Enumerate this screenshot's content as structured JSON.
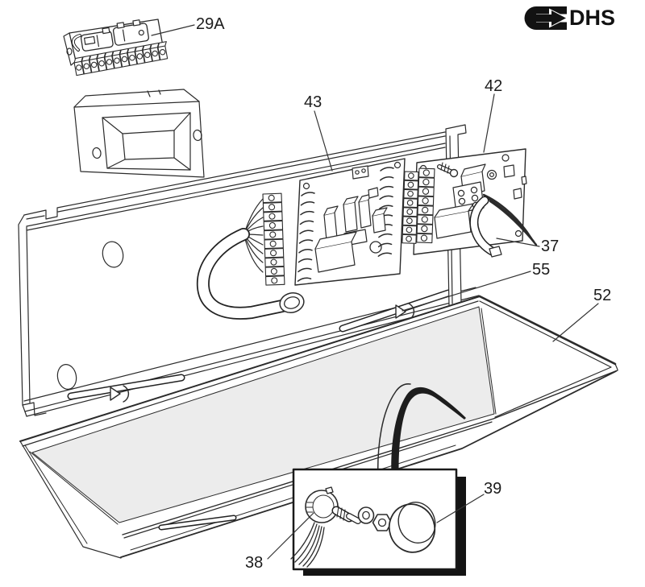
{
  "meta": {
    "background": "#ffffff",
    "line_color": "#2b2b2b",
    "tray_fill": "#ececec",
    "shadow_color": "#141414",
    "diagram_type": "exploded-parts-diagram"
  },
  "brand": {
    "name": "DHS"
  },
  "callouts": [
    {
      "id": "29a",
      "label": "29A"
    },
    {
      "id": "43",
      "label": "43"
    },
    {
      "id": "42",
      "label": "42"
    },
    {
      "id": "37",
      "label": "37"
    },
    {
      "id": "55",
      "label": "55"
    },
    {
      "id": "52",
      "label": "52"
    },
    {
      "id": "39",
      "label": "39"
    },
    {
      "id": "38",
      "label": "38"
    }
  ]
}
